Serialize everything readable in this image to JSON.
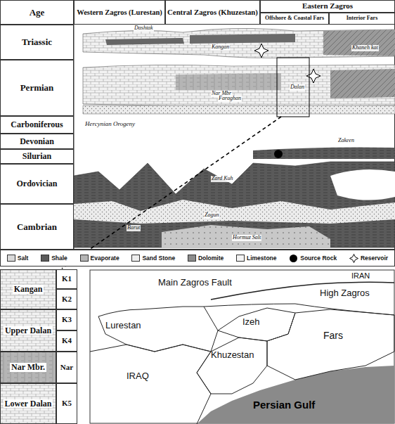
{
  "diagram": {
    "nodes": [
      {
        "text": [
          "Age"
        ]
      },
      {
        "text": [
          "Western Zagros (Lurestan)"
        ]
      },
      {
        "text": [
          "Central Zagros (Khuzestan)"
        ]
      },
      {
        "text": [
          "Eastern Zagros"
        ]
      },
      {
        "text": [
          "Offshore & Coastal Fars"
        ]
      },
      {
        "text": [
          "Interior Fars"
        ]
      },
      {
        "text": [
          "Triassic"
        ]
      },
      {
        "text": [
          "Permian"
        ]
      },
      {
        "text": [
          "Carboniferous"
        ]
      },
      {
        "text": [
          "Devonian"
        ]
      },
      {
        "text": [
          "Silurian"
        ]
      },
      {
        "text": [
          "Ordovician"
        ]
      },
      {
        "text": [
          "Cambrian"
        ]
      },
      {
        "text": [
          "Kangan"
        ]
      },
      {
        "text": [
          "K1"
        ]
      },
      {
        "text": [
          "K2"
        ]
      },
      {
        "text": [
          "Upper Dalan"
        ]
      },
      {
        "text": [
          "K3"
        ]
      },
      {
        "text": [
          "K4"
        ]
      },
      {
        "text": [
          "Nar Mbr."
        ]
      },
      {
        "text": [
          "Nar"
        ]
      },
      {
        "text": [
          "Lower Dalan"
        ]
      },
      {
        "text": [
          "K5"
        ]
      }
    ],
    "labels": [
      "Dashtak",
      "Kangan",
      "Khaneh kat",
      "Nar Mbr",
      "Dalan",
      "Faraghan",
      "Hercynian Orogeny",
      "Zakeen",
      "Zard Kuh",
      "Zagun",
      "Barut",
      "Hormuz Salt",
      "Main Zagros Fault",
      "IRAN",
      "High Zagros",
      "Lurestan",
      "Izeh",
      "Khuzestan",
      "Fars",
      "IRAQ",
      "Persian Gulf"
    ],
    "legend": [
      {
        "text": "Salt",
        "color": "#d9d9d9"
      },
      {
        "text": "Shale",
        "color": "#5a5a5a"
      },
      {
        "text": "Evaporate",
        "color": "#b5b5b5"
      },
      {
        "text": "Sand Stone",
        "color": "#eeeeee"
      },
      {
        "text": "Dolomite",
        "color": "#8c8c8c"
      },
      {
        "text": "Limestone",
        "color": "#f4f4f4"
      },
      {
        "text": "Source Rock"
      },
      {
        "text": "Reservoir"
      }
    ]
  }
}
